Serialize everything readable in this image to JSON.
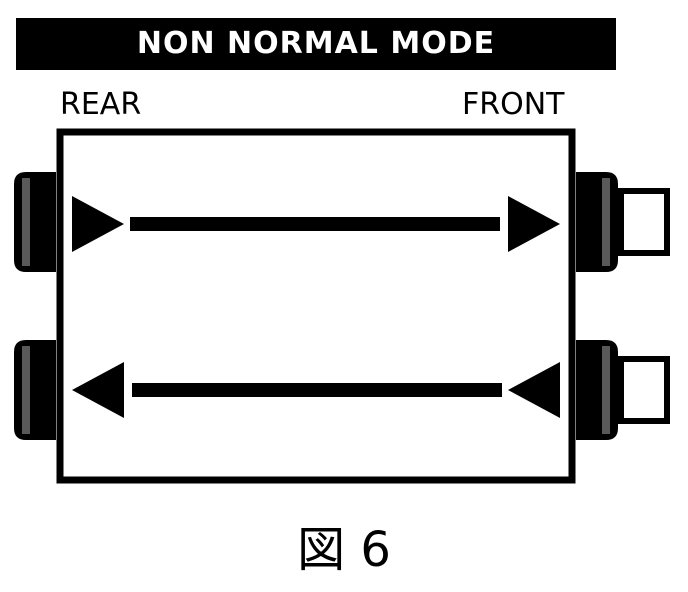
{
  "header": {
    "title": "NON NORMAL MODE"
  },
  "labels": {
    "rear": "REAR",
    "front": "FRONT"
  },
  "caption": "図 6",
  "colors": {
    "ink": "#000000",
    "paper": "#ffffff"
  }
}
